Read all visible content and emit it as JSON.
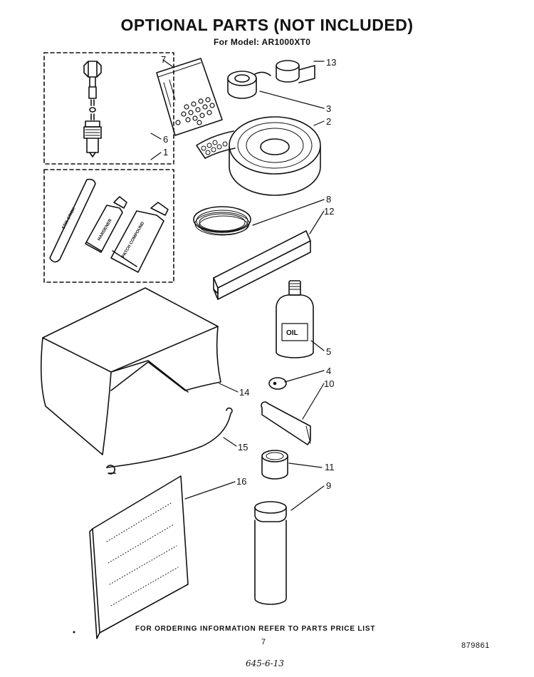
{
  "header": {
    "title": "OPTIONAL PARTS (NOT INCLUDED)",
    "subtitle": "For Model: AR1000XT0"
  },
  "labels": {
    "stick": "STIK STICK",
    "tube_small": "HARDENER",
    "tube_large": "PATCH COMPOUND",
    "bottle": "OIL"
  },
  "callouts": [
    "1",
    "2",
    "3",
    "4",
    "5",
    "6",
    "7",
    "8",
    "9",
    "10",
    "11",
    "12",
    "13",
    "14",
    "15",
    "16"
  ],
  "footer": {
    "note": "FOR ORDERING INFORMATION REFER TO PARTS PRICE LIST",
    "page": "7",
    "doc_number": "879861",
    "handwritten": "645-6-13"
  }
}
